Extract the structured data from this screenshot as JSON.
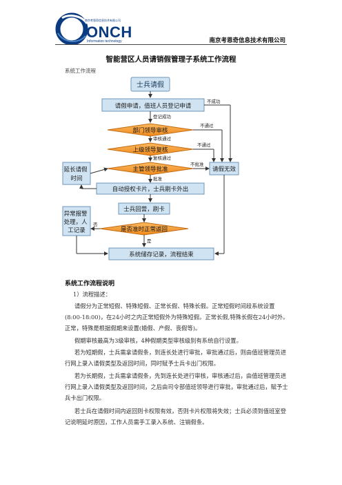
{
  "header": {
    "logo_text": "ONCH",
    "logo_tagline": "南京考恩奇信息技术有限公司",
    "logo_sub": "Information technology",
    "company": "南京考恩奇信息技术有限公司"
  },
  "doc": {
    "title": "智能营区人员请销假管理子系统工作流程",
    "caption": "系统工作流程",
    "section_heading": "系统工作流程说明",
    "item1": "1）流程描述：",
    "p1": "请假分为正常短假、特殊短假、正常长假、特殊长假。正常短假时间段系统设置(8:00-18:00)，在24小时之内正常短假外为特殊短假。正常长假,特殊长假在24小时外。正常，特殊是根据假期来设置(婚假、产假、丧假等)。",
    "p2": "假期审核最高为3级审核，4种假期类型审核级别有系统自行设置。",
    "p3": "若为短期假，士兵需拿请假条，到连长处进行审批，审批通过后，则由值班管理员进行网上录入请假类型及返回时间，同时赋予士兵卡出门权限。",
    "p4": "若为长期假，士兵需拿请假条，先到连长处进行审核，审核通过后，由值班管理员进行网上录入请假类型及返回时间，之后由司令部值班领导进行审批，审批通过后，赋予士兵卡出门权限。",
    "p5": "若士兵在请假时间内返回则卡权限有效，否则卡片权限将失效；士兵必须到值班室登记说明延时原因，工作人员需手工录入系统、注销假条。"
  },
  "flow": {
    "start": "士兵请假",
    "apply": "请假申请，值班人员登记申请",
    "login_ok": "登记成功",
    "fail": "不成功",
    "dept_review": "部门领导审核",
    "not_pass1": "不通过",
    "review_pass": "审核通过",
    "higher_review": "上级领导复核",
    "not_pass2": "不通过",
    "recheck_pass": "复核通过",
    "chief_approve": "主管领导批准",
    "not_approve": "不批准",
    "invalid": "请假无效",
    "approve": "批准",
    "auto_card": "自动授权卡片，士兵刷卡外出",
    "extend": "延长请假时间",
    "return": "士兵回营，刷卡",
    "exception": "异常报警处理，人工记录",
    "no": "否",
    "on_time": "是否准时正常返回",
    "yes": "是",
    "store": "系统储存记录，流程结束"
  },
  "colors": {
    "box_fill": "#cfe3f3",
    "box_stroke": "#6d95b8",
    "diamond_fill": "#f59a2c",
    "arrow": "#333333",
    "logo_blue": "#0a3a80"
  }
}
